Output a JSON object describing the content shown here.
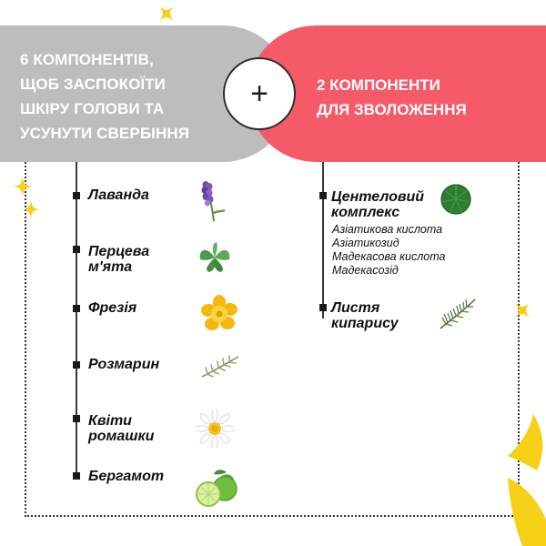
{
  "header": {
    "left_lines": [
      "6 КОМПОНЕНТІВ,",
      "ЩОБ ЗАСПОКОЇТИ",
      "ШКІРУ ГОЛОВИ ТА",
      "УСУНУТИ СВЕРБІННЯ"
    ],
    "right_lines": [
      "2 КОМПОНЕНТИ",
      "ДЛЯ ЗВОЛОЖЕННЯ"
    ],
    "plus_symbol": "+"
  },
  "left_items": [
    {
      "lines": [
        "Лаванда"
      ],
      "icon": "lavender-icon"
    },
    {
      "lines": [
        "Перцева",
        "м'ята"
      ],
      "icon": "mint-leaf-icon"
    },
    {
      "lines": [
        "Фрезія"
      ],
      "icon": "freesia-flower-icon"
    },
    {
      "lines": [
        "Розмарин"
      ],
      "icon": "rosemary-sprig-icon"
    },
    {
      "lines": [
        "Квіти",
        "ромашки"
      ],
      "icon": "chamomile-flower-icon"
    },
    {
      "lines": [
        "Бергамот"
      ],
      "icon": "bergamot-fruit-icon"
    }
  ],
  "right_items": [
    {
      "lines": [
        "Центеловий",
        "комплекс"
      ],
      "sub_lines": [
        "Азіатикова кислота",
        "Азіатикозид",
        "Мадекасова кислота",
        "Мадекасозід"
      ],
      "icon": "centella-leaf-icon"
    },
    {
      "lines": [
        "Листя",
        "кипарису"
      ],
      "icon": "cypress-branch-icon"
    }
  ],
  "colors": {
    "left_pill": "#bdbdbd",
    "right_pill": "#f55a68",
    "accent_yellow": "#f7d117",
    "header_text": "#ffffff"
  }
}
